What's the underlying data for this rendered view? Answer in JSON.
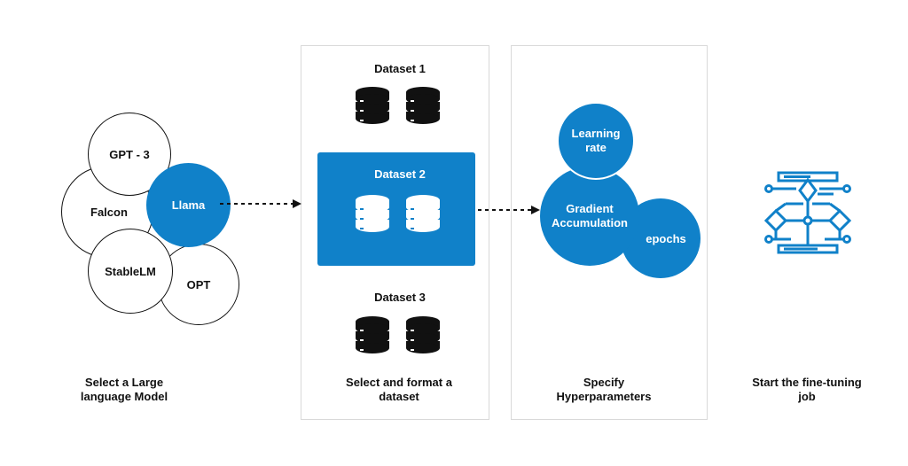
{
  "models": {
    "gpt3": "GPT - 3",
    "falcon": "Falcon",
    "llama": "Llama",
    "stablelm": "StableLM",
    "opt": "OPT"
  },
  "datasets": {
    "d1": "Dataset 1",
    "d2": "Dataset 2",
    "d3": "Dataset 3"
  },
  "hyperparameters": {
    "learning_rate": "Learning\nrate",
    "gradient": "Gradient\nAccumulation",
    "epochs": "epochs"
  },
  "steps": {
    "step1": "Select a Large\nlanguage Model",
    "step2": "Select and format a\ndataset",
    "step3": "Specify\nHyperparameters",
    "step4": "Start the fine-tuning\njob"
  },
  "colors": {
    "accent": "#1081c9",
    "outline": "#111111",
    "panel_border": "#d9d9d9"
  },
  "icons": [
    "database-icon",
    "flowchart-icon",
    "arrow-icon"
  ]
}
